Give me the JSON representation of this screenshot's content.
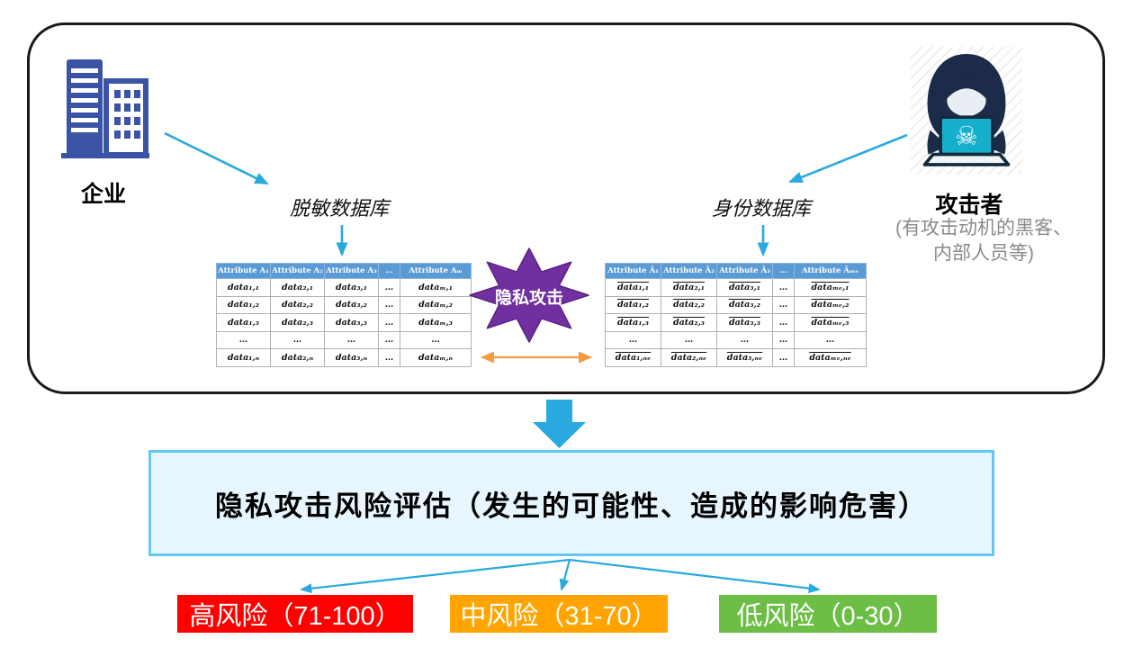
{
  "entities": {
    "enterprise": {
      "label": "企业",
      "icon": "building-icon"
    },
    "attacker": {
      "label": "攻击者",
      "icon": "hacker-icon",
      "note": "(有攻击动机的黑客、\n内部人员等)"
    }
  },
  "databases": {
    "masked": {
      "title": "脱敏数据库",
      "headers": [
        "Attribute A₁",
        "Attribute A₂",
        "Attribute A₃",
        "…",
        "Attribute Aₘ"
      ],
      "rows": [
        [
          "data₁,₁",
          "data₂,₁",
          "data₃,₁",
          "…",
          "dataₘ,₁"
        ],
        [
          "data₁,₂",
          "data₂,₂",
          "data₃,₂",
          "…",
          "dataₘ,₂"
        ],
        [
          "data₁,₃",
          "data₂,₃",
          "data₃,₃",
          "…",
          "dataₘ,₃"
        ],
        [
          "…",
          "…",
          "…",
          "…",
          "…"
        ],
        [
          "data₁,ₙ",
          "data₂,ₙ",
          "data₃,ₙ",
          "…",
          "dataₘ,ₙ"
        ]
      ]
    },
    "identity": {
      "title": "身份数据库",
      "headers": [
        "Attribute Ā₁",
        "Attribute Ā₂",
        "Attribute Ā₃",
        "…",
        "Attribute Āₘₑ"
      ],
      "rows": [
        [
          "data₁,₁",
          "data₂,₁",
          "data₃,₁",
          "…",
          "dataₘₑ,₁"
        ],
        [
          "data₁,₂",
          "data₂,₂",
          "data₃,₂",
          "…",
          "dataₘₑ,₂"
        ],
        [
          "data₁,₃",
          "data₂,₃",
          "data₃,₃",
          "…",
          "dataₘₑ,₃"
        ],
        [
          "…",
          "…",
          "…",
          "…",
          "…"
        ],
        [
          "data₁,ₙₑ",
          "data₂,ₙₑ",
          "data₃,ₙₑ",
          "…",
          "dataₘₑ,ₙₑ"
        ]
      ]
    }
  },
  "attack": {
    "label": "隐私攻击",
    "burst_color": "#7030A0"
  },
  "assessment": {
    "label": "隐私攻击风险评估（发生的可能性、造成的影响危害）"
  },
  "risk_levels": [
    {
      "label": "高风险（71-100）",
      "color": "#FE0000"
    },
    {
      "label": "中风险（31-70）",
      "color": "#FFA400"
    },
    {
      "label": "低风险（0-30）",
      "color": "#6CBE44"
    }
  ],
  "colors": {
    "arrow": "#29A9E0",
    "link_arrow": "#F49B42",
    "table_header": "#5B9BD5"
  }
}
